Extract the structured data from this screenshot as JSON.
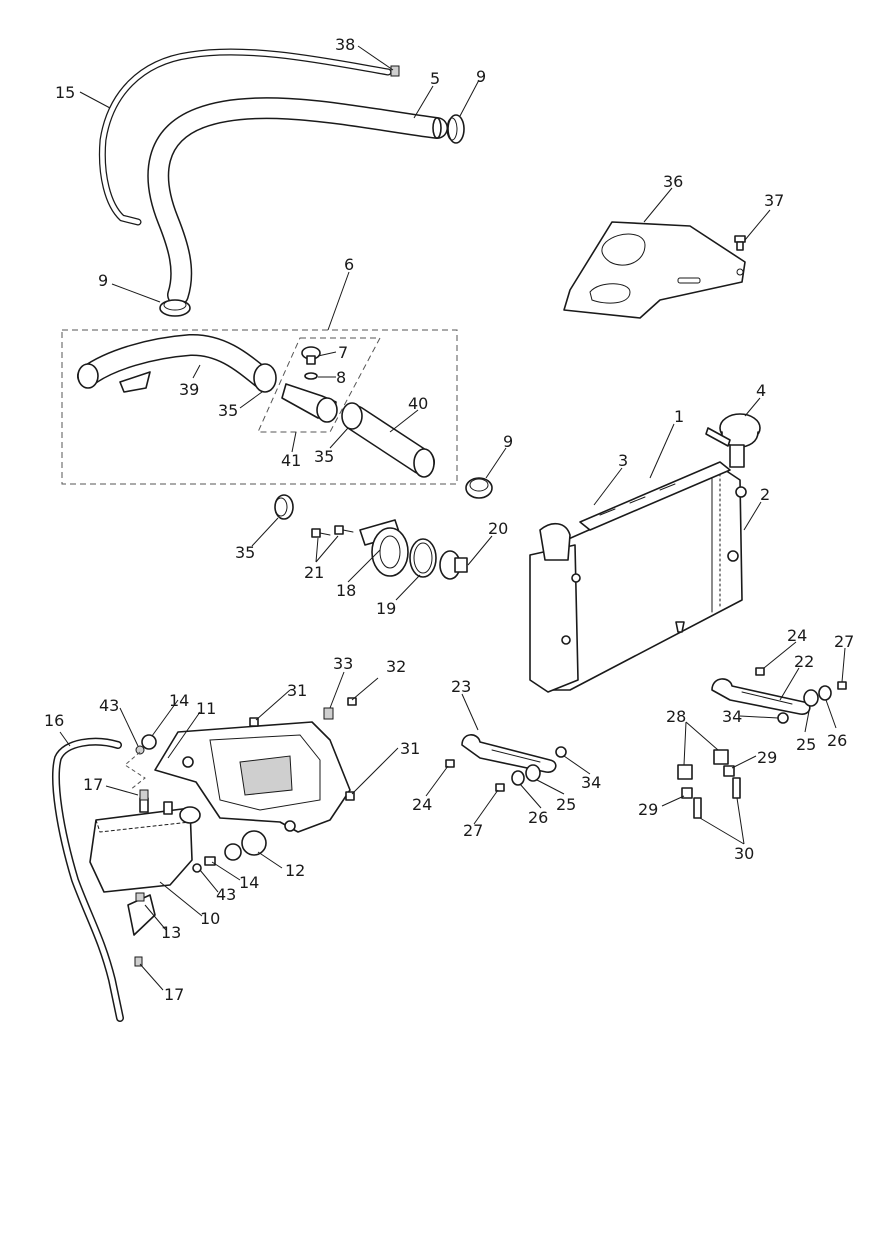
{
  "diagram": {
    "colors": {
      "line": "#1a1a1a",
      "shade": "#cfcfcf",
      "background": "#ffffff"
    },
    "callouts": [
      {
        "id": "c1",
        "label": "1"
      },
      {
        "id": "c2",
        "label": "2"
      },
      {
        "id": "c3",
        "label": "3"
      },
      {
        "id": "c4",
        "label": "4"
      },
      {
        "id": "c5",
        "label": "5"
      },
      {
        "id": "c6",
        "label": "6"
      },
      {
        "id": "c7",
        "label": "7"
      },
      {
        "id": "c8",
        "label": "8"
      },
      {
        "id": "c9a",
        "label": "9"
      },
      {
        "id": "c9b",
        "label": "9"
      },
      {
        "id": "c9c",
        "label": "9"
      },
      {
        "id": "c10",
        "label": "10"
      },
      {
        "id": "c11",
        "label": "11"
      },
      {
        "id": "c12",
        "label": "12"
      },
      {
        "id": "c13",
        "label": "13"
      },
      {
        "id": "c14a",
        "label": "14"
      },
      {
        "id": "c14b",
        "label": "14"
      },
      {
        "id": "c15",
        "label": "15"
      },
      {
        "id": "c16",
        "label": "16"
      },
      {
        "id": "c17a",
        "label": "17"
      },
      {
        "id": "c17b",
        "label": "17"
      },
      {
        "id": "c18",
        "label": "18"
      },
      {
        "id": "c19",
        "label": "19"
      },
      {
        "id": "c20",
        "label": "20"
      },
      {
        "id": "c21",
        "label": "21"
      },
      {
        "id": "c22",
        "label": "22"
      },
      {
        "id": "c23",
        "label": "23"
      },
      {
        "id": "c24a",
        "label": "24"
      },
      {
        "id": "c24b",
        "label": "24"
      },
      {
        "id": "c25a",
        "label": "25"
      },
      {
        "id": "c25b",
        "label": "25"
      },
      {
        "id": "c26a",
        "label": "26"
      },
      {
        "id": "c26b",
        "label": "26"
      },
      {
        "id": "c27a",
        "label": "27"
      },
      {
        "id": "c27b",
        "label": "27"
      },
      {
        "id": "c28",
        "label": "28"
      },
      {
        "id": "c29a",
        "label": "29"
      },
      {
        "id": "c29b",
        "label": "29"
      },
      {
        "id": "c30",
        "label": "30"
      },
      {
        "id": "c31a",
        "label": "31"
      },
      {
        "id": "c31b",
        "label": "31"
      },
      {
        "id": "c32",
        "label": "32"
      },
      {
        "id": "c33",
        "label": "33"
      },
      {
        "id": "c34a",
        "label": "34"
      },
      {
        "id": "c34b",
        "label": "34"
      },
      {
        "id": "c35a",
        "label": "35"
      },
      {
        "id": "c35b",
        "label": "35"
      },
      {
        "id": "c35c",
        "label": "35"
      },
      {
        "id": "c36",
        "label": "36"
      },
      {
        "id": "c37",
        "label": "37"
      },
      {
        "id": "c38",
        "label": "38"
      },
      {
        "id": "c39",
        "label": "39"
      },
      {
        "id": "c40",
        "label": "40"
      },
      {
        "id": "c41",
        "label": "41"
      },
      {
        "id": "c43a",
        "label": "43"
      },
      {
        "id": "c43b",
        "label": "43"
      }
    ]
  }
}
